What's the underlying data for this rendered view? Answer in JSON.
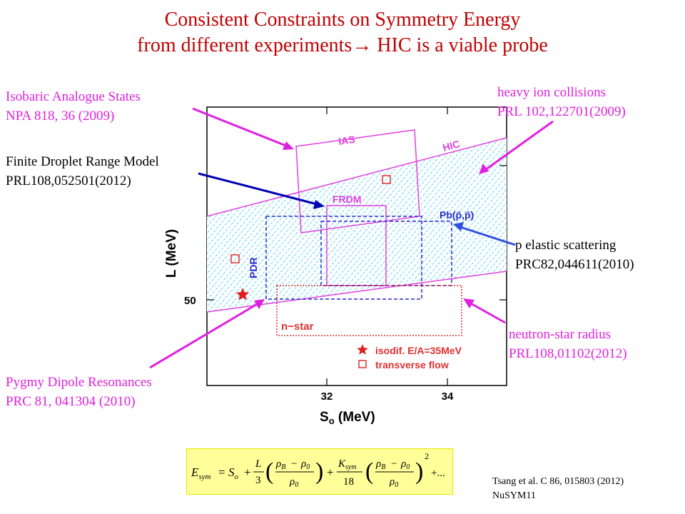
{
  "slide": {
    "title_line1": "Consistent Constraints on Symmetry Energy",
    "title_line2_pre": "from different experiments",
    "title_line2_arrow": "→",
    "title_line2_post": " HIC is a viable probe"
  },
  "annotations": {
    "ias": {
      "line1": "Isobaric Analogue States",
      "line2": "NPA 818, 36 (2009)"
    },
    "frdm": {
      "line1": "Finite Droplet Range Model",
      "line2": "PRL108,052501(2012)"
    },
    "hic": {
      "line1": "heavy ion collisions",
      "line2": "PRL 102,122701(2009)"
    },
    "pelastic": {
      "line1": "p elastic scattering",
      "line2": "PRC82,044611(2010)"
    },
    "nstar": {
      "line1": "neutron-star radius",
      "line2": "PRL108,01102(2012)"
    },
    "pdr": {
      "line1": "Pygmy Dipole Resonances",
      "line2": "PRC 81, 041304 (2010)"
    }
  },
  "plot": {
    "xlabel": "S",
    "xlabel_sub": "o",
    "xlabel_unit": " (MeV)",
    "ylabel": "L (MeV)",
    "x_ticks": [
      "32",
      "34"
    ],
    "y_ticks": [
      "50"
    ],
    "region_labels": {
      "ias": "IAS",
      "hic": "HIC",
      "frdm": "FRDM",
      "pb": "Pb(p̄,p̄)",
      "pdr": "PDR",
      "nstar": "n−star"
    },
    "legend": {
      "isodif": "isodif. E/A=35MeV",
      "flow": "transverse flow"
    }
  },
  "formula": {
    "lhs": "E",
    "lhs_sub": "sym",
    "s0": "S",
    "s0_sub": "o",
    "L": "L",
    "three": "3",
    "rhoB": "ρ",
    "rhoB_sub": "B",
    "rho0": "ρ",
    "rho0_sub": "0",
    "Ksym": "K",
    "Ksym_sub": "sym",
    "eighteen": "18",
    "power": "2",
    "tail": "+..."
  },
  "citation": {
    "line1": "Tsang et al. C 86, 015803 (2012)",
    "line2": "NuSYM11"
  },
  "colors": {
    "title": "#c00000",
    "magenta": "#e020e0",
    "ias_box": "#e040e0",
    "blue_box": "#2a2ad0",
    "red_box": "#e03030",
    "hatch": "#22c4ee",
    "frdm_arrow": "#0000b0",
    "pb_arrow": "#3050e0",
    "formula_bg": "#ffff99"
  }
}
